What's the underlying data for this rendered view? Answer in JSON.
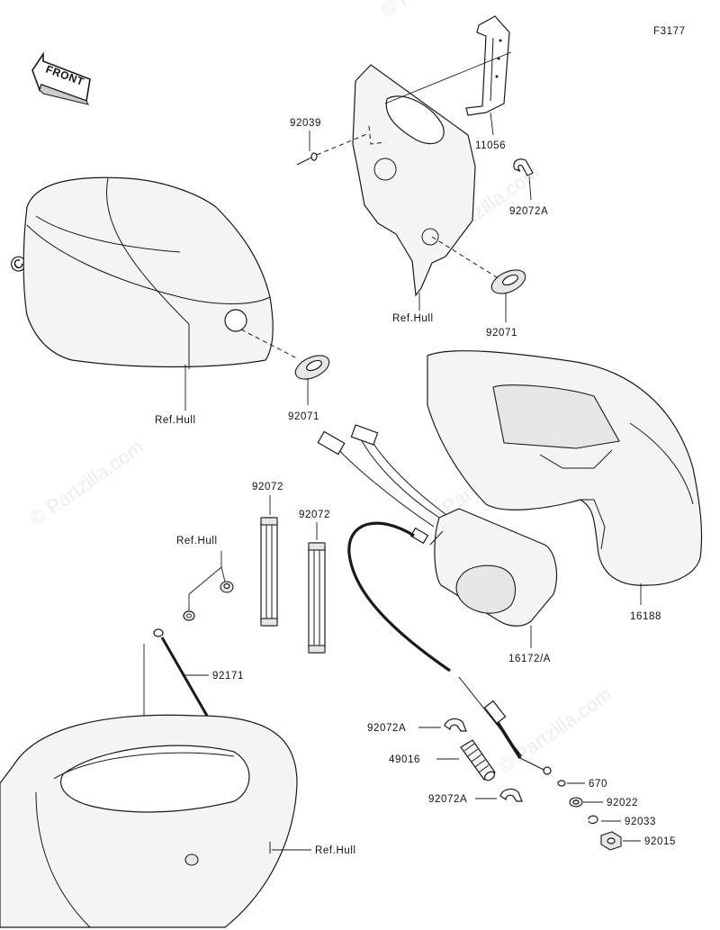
{
  "figure_code": "F3177",
  "front_label": "FRONT",
  "watermark": "© Partzilla.com",
  "callouts": {
    "c_11056": "11056",
    "c_92039": "92039",
    "c_92072A_top": "92072A",
    "c_refhull_top": "Ref.Hull",
    "c_92071_right": "92071",
    "c_refhull_left": "Ref.Hull",
    "c_92071_left": "92071",
    "c_92072_a": "92072",
    "c_92072_b": "92072",
    "c_refhull_mid": "Ref.Hull",
    "c_92171": "92171",
    "c_16188": "16188",
    "c_16172A": "16172/A",
    "c_92072A_mid": "92072A",
    "c_49016": "49016",
    "c_92072A_low": "92072A",
    "c_670": "670",
    "c_92022": "92022",
    "c_92033": "92033",
    "c_92015": "92015",
    "c_refhull_bottom": "Ref.Hull"
  }
}
